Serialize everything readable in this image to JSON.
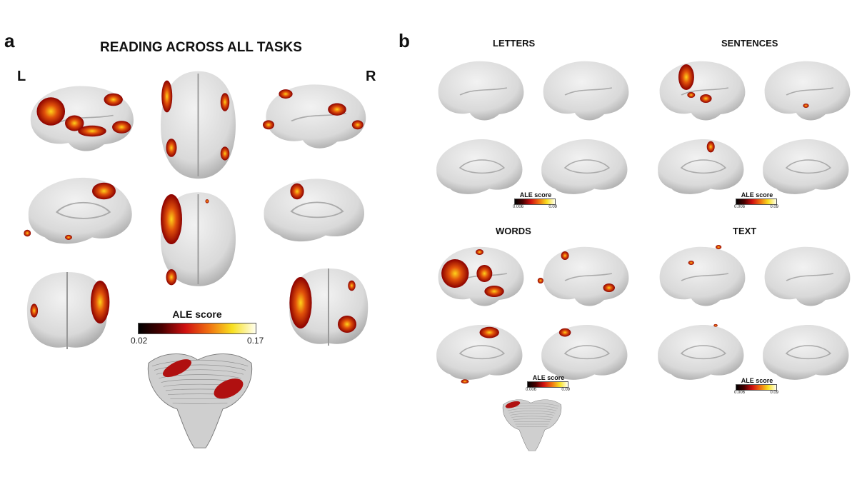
{
  "panel_a": {
    "label": "a",
    "title": "READING ACROSS ALL TASKS",
    "left_hemi": "L",
    "right_hemi": "R",
    "colorbar": {
      "title": "ALE score",
      "min": "0.02",
      "max": "0.17"
    }
  },
  "panel_b": {
    "label": "b",
    "conditions": [
      {
        "title": "LETTERS",
        "colorbar": {
          "title": "ALE score",
          "min": "0.006",
          "max": "0.09"
        }
      },
      {
        "title": "SENTENCES",
        "colorbar": {
          "title": "ALE score",
          "min": "0.006",
          "max": "0.09"
        }
      },
      {
        "title": "WORDS",
        "colorbar": {
          "title": "ALE score",
          "min": "0.006",
          "max": "0.09"
        }
      },
      {
        "title": "TEXT",
        "colorbar": {
          "title": "ALE score",
          "min": "0.006",
          "max": "0.09"
        }
      }
    ]
  },
  "colors": {
    "brain": "#d9d9d9",
    "activation_low": "#8b0000",
    "activation_high": "#ffd700"
  }
}
